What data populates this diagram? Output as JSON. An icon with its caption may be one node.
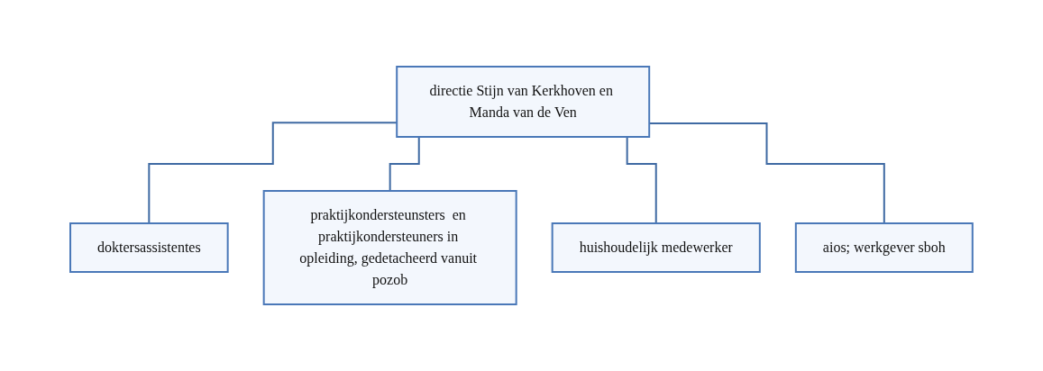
{
  "diagram": {
    "nodes": [
      {
        "text": [
          "directie Stijn van Kerkhoven en Manda van de Ven"
        ]
      },
      {
        "text": [
          "doktersassistentes"
        ]
      },
      {
        "text": [
          "praktijkondersteunsters  en praktijkondersteuners in opleiding, gedetacheerd vanuit pozob"
        ]
      },
      {
        "text": [
          "huishoudelijk medewerker"
        ]
      },
      {
        "text": [
          "aios; werkgever sboh"
        ]
      }
    ],
    "edges": [
      {
        "from": 0,
        "to": 1,
        "arrow": "none"
      },
      {
        "from": 0,
        "to": 2,
        "arrow": "none"
      },
      {
        "from": 0,
        "to": 3,
        "arrow": "none"
      },
      {
        "from": 0,
        "to": 4,
        "arrow": "none"
      }
    ]
  }
}
